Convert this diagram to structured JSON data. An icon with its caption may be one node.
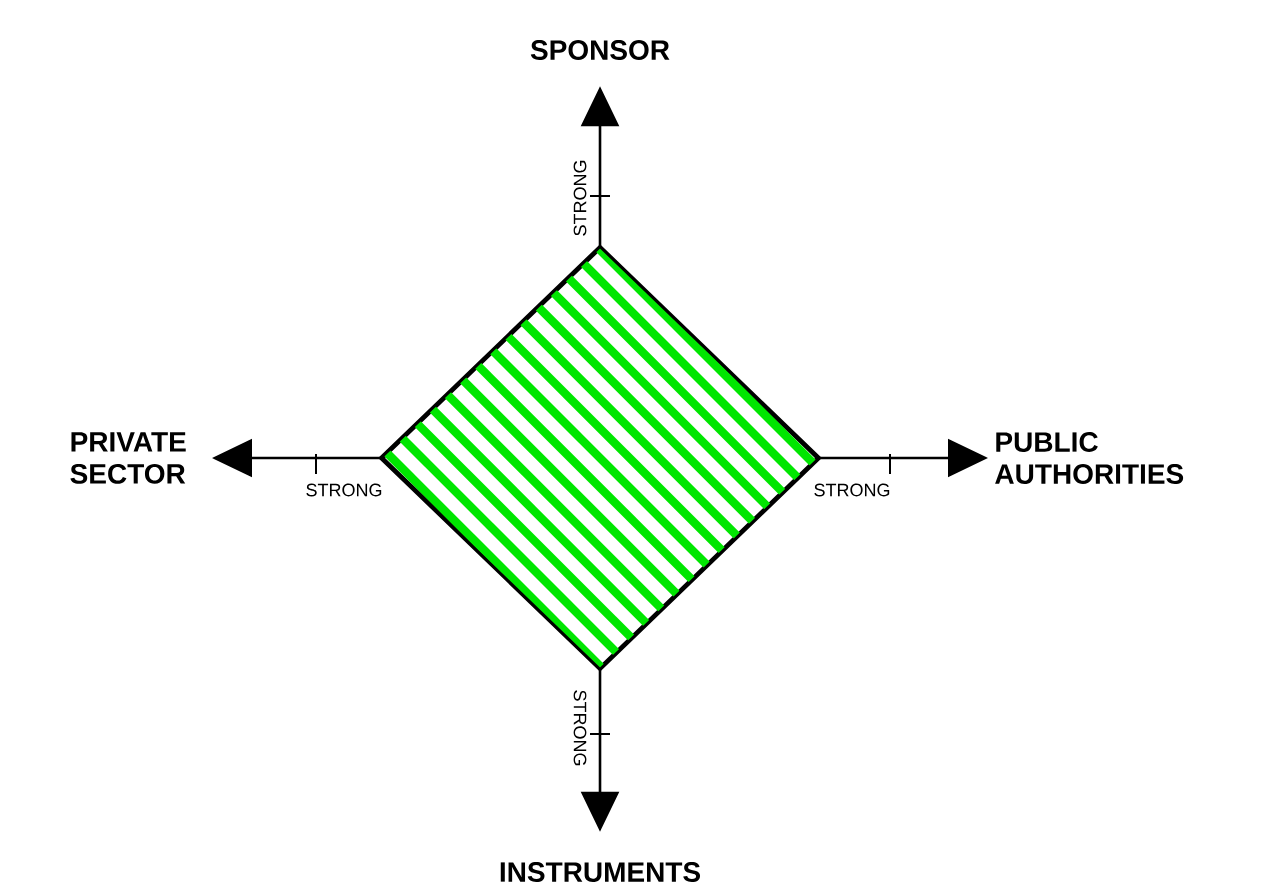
{
  "diagram": {
    "nodes": [
      {
        "text": [],
        "shape": "diamond"
      },
      {
        "text": [
          "SPONSOR"
        ]
      },
      {
        "text": [
          "PRIVATE SECTOR"
        ]
      },
      {
        "text": [
          "PUBLIC AUTHORITIES"
        ]
      },
      {
        "text": [
          "INSTRUMENTS"
        ]
      }
    ],
    "edges": [
      {
        "from": 0,
        "to": 1,
        "arrow": "to"
      },
      {
        "from": 0,
        "to": 2,
        "arrow": "to"
      },
      {
        "from": 0,
        "to": 3,
        "arrow": "to"
      },
      {
        "from": 0,
        "to": 4,
        "arrow": "to"
      }
    ],
    "labels": [
      "STRONG",
      "STRONG",
      "STRONG",
      "STRONG"
    ]
  }
}
